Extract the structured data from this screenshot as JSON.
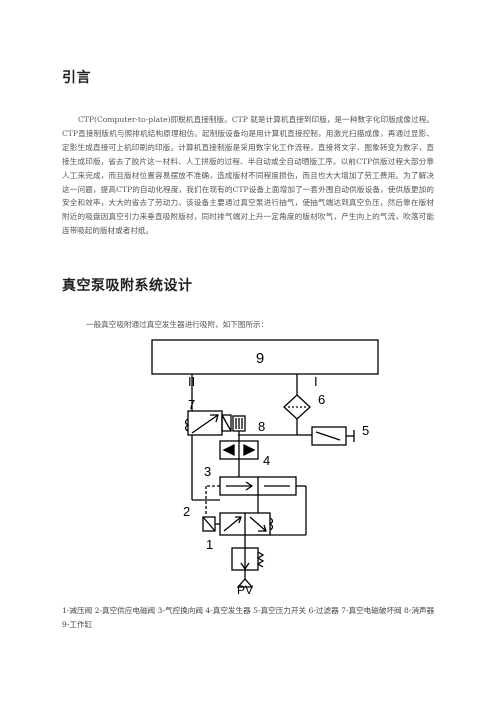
{
  "sections": {
    "intro_heading": "引言",
    "intro_paragraph": "CTP(Computer-to-plate)即脱机直接制版。CTP 就是计算机直接到印版，是一种数字化印版成像过程。CTP直接制版机与照排机结构原理相仿。起制版设备均是用计算机直接控制，用激光扫描成像，再通过显影、定影生成直接可上机印刷的印版。计算机直接制版是采用数字化工作流程，直接将文字、图象转变为数字，直接生成印版，省去了胶片这一材料、人工拼版的过程、半自动或全自动晒版工序。以前CTP供版过程大部分靠人工来完成，而且版材位置容易摆放不准确，造成版材不同程度损伤，而且也大大增加了劳工费用。为了解决这一问题，提高CTP的自动化程度，我们在现有的CTP设备上面增加了一套外围自动供版设备，使供版更加的安全和效率，大大的省去了劳动力。该设备主要通过真空泵进行抽气，使抽气端达到真空负压，然后靠在版材附近的吸盘因真空引力来垂直吸附版材，同时排气端对上升一定角度的版材吹气，产生向上的气流，吹落可能连带吸起的版材或者衬纸。",
    "vacuum_heading": "真空泵吸附系统设计",
    "vacuum_intro": "一般真空吸附通过真空发生器进行吸附，如下图所示：",
    "figure_caption": "1-减压阀 2-真空供应电磁阀 3-气控换向阀 4-真空发生器 5-真空压力开关 6-过滤器 7-真空电磁破坏阀 8-消声器 9-工作缸"
  },
  "diagram": {
    "labels": {
      "work_cylinder": "9",
      "port_ii": "II",
      "port_i": "I",
      "breaker_valve": "7",
      "filter": "6",
      "muffler": "8",
      "pressure_switch": "5",
      "generator": "4",
      "pilot_valve": "3",
      "supply_valve": "2",
      "pressure_reducer": "1",
      "air_source": "PV"
    }
  }
}
